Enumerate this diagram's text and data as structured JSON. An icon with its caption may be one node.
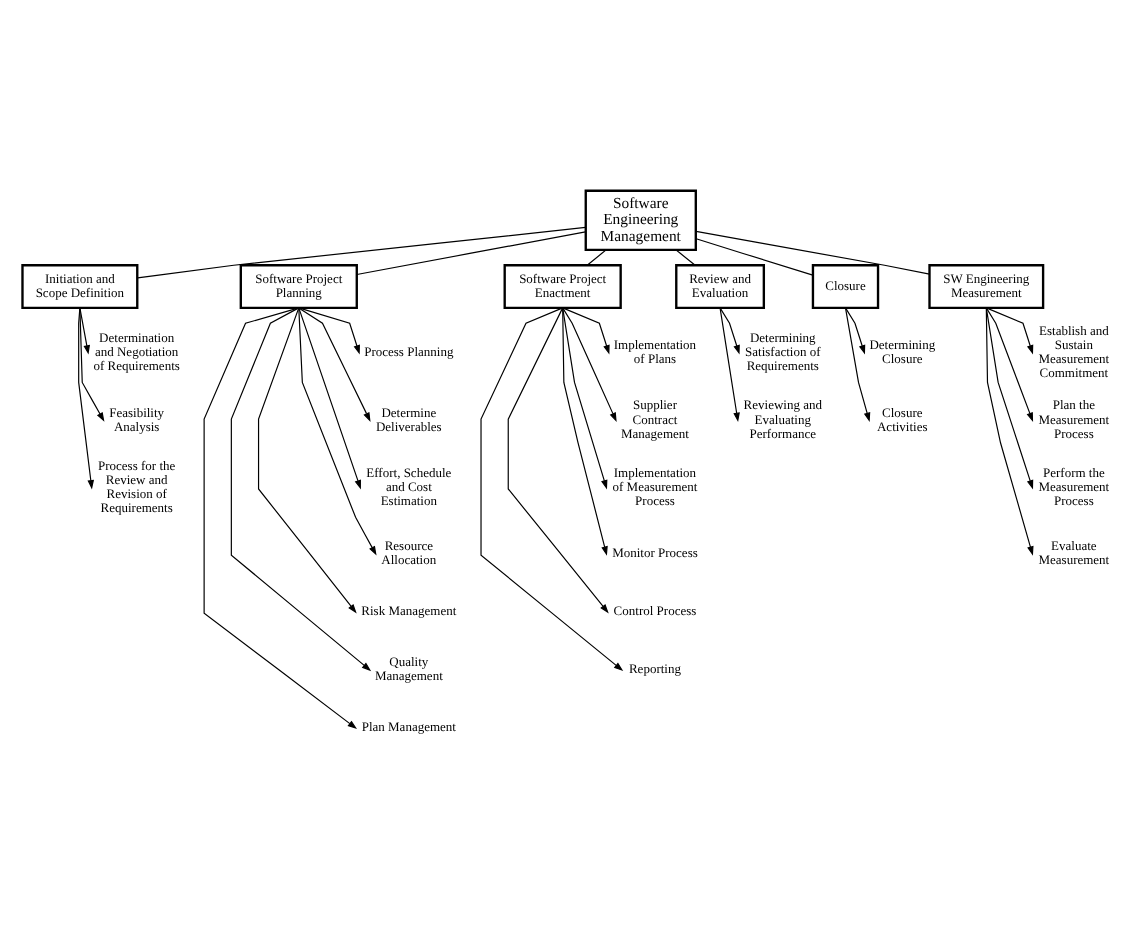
{
  "diagram": {
    "nodes": [
      {
        "text": [
          "Software Engineering Management"
        ]
      },
      {
        "text": [
          "Initiation and Scope Definition"
        ]
      },
      {
        "text": [
          "Software Project Planning"
        ]
      },
      {
        "text": [
          "Software Project Enactment"
        ]
      },
      {
        "text": [
          "Review and Evaluation"
        ]
      },
      {
        "text": [
          "Closure"
        ]
      },
      {
        "text": [
          "SW Engineering Measurement"
        ]
      },
      {
        "text": [
          "Determination and Negotiation of Requirements"
        ]
      },
      {
        "text": [
          "Feasibility Analysis"
        ]
      },
      {
        "text": [
          "Process for the Review and Revision of Requirements"
        ]
      },
      {
        "text": [
          "Process Planning"
        ]
      },
      {
        "text": [
          "Determine Deliverables"
        ]
      },
      {
        "text": [
          "Effort, Schedule and Cost Estimation"
        ]
      },
      {
        "text": [
          "Resource Allocation"
        ]
      },
      {
        "text": [
          "Risk Management"
        ]
      },
      {
        "text": [
          "Quality Management"
        ]
      },
      {
        "text": [
          "Plan Management"
        ]
      },
      {
        "text": [
          "Implementation of Plans"
        ]
      },
      {
        "text": [
          "Supplier Contract Management"
        ]
      },
      {
        "text": [
          "Implementation of Measurement Process"
        ]
      },
      {
        "text": [
          "Monitor Process"
        ]
      },
      {
        "text": [
          "Control Process"
        ]
      },
      {
        "text": [
          "Reporting"
        ]
      },
      {
        "text": [
          "Determining Satisfaction of Requirements"
        ]
      },
      {
        "text": [
          "Reviewing and Evaluating Performance"
        ]
      },
      {
        "text": [
          "Determining Closure"
        ]
      },
      {
        "text": [
          "Closure Activities"
        ]
      },
      {
        "text": [
          "Establish and Sustain Measurement Commitment"
        ]
      },
      {
        "text": [
          "Plan the Measurement Process"
        ]
      },
      {
        "text": [
          "Perform the Measurement Process"
        ]
      },
      {
        "text": [
          "Evaluate Measurement"
        ]
      }
    ],
    "edges": [
      {
        "from": 0,
        "to": 1,
        "arrow": "none"
      },
      {
        "from": 0,
        "to": 2,
        "arrow": "none"
      },
      {
        "from": 0,
        "to": 3,
        "arrow": "none"
      },
      {
        "from": 0,
        "to": 4,
        "arrow": "none"
      },
      {
        "from": 0,
        "to": 5,
        "arrow": "none"
      },
      {
        "from": 0,
        "to": 6,
        "arrow": "none"
      },
      {
        "from": 1,
        "to": 7,
        "arrow": "to"
      },
      {
        "from": 1,
        "to": 8,
        "arrow": "to"
      },
      {
        "from": 1,
        "to": 9,
        "arrow": "to"
      },
      {
        "from": 2,
        "to": 10,
        "arrow": "to"
      },
      {
        "from": 2,
        "to": 11,
        "arrow": "to"
      },
      {
        "from": 2,
        "to": 12,
        "arrow": "to"
      },
      {
        "from": 2,
        "to": 13,
        "arrow": "to"
      },
      {
        "from": 2,
        "to": 14,
        "arrow": "to"
      },
      {
        "from": 2,
        "to": 15,
        "arrow": "to"
      },
      {
        "from": 2,
        "to": 16,
        "arrow": "to"
      },
      {
        "from": 3,
        "to": 17,
        "arrow": "to"
      },
      {
        "from": 3,
        "to": 18,
        "arrow": "to"
      },
      {
        "from": 3,
        "to": 19,
        "arrow": "to"
      },
      {
        "from": 3,
        "to": 20,
        "arrow": "to"
      },
      {
        "from": 3,
        "to": 21,
        "arrow": "to"
      },
      {
        "from": 3,
        "to": 22,
        "arrow": "to"
      },
      {
        "from": 4,
        "to": 23,
        "arrow": "to"
      },
      {
        "from": 4,
        "to": 24,
        "arrow": "to"
      },
      {
        "from": 5,
        "to": 25,
        "arrow": "to"
      },
      {
        "from": 5,
        "to": 26,
        "arrow": "to"
      },
      {
        "from": 6,
        "to": 27,
        "arrow": "to"
      },
      {
        "from": 6,
        "to": 28,
        "arrow": "to"
      },
      {
        "from": 6,
        "to": 29,
        "arrow": "to"
      },
      {
        "from": 6,
        "to": 30,
        "arrow": "to"
      }
    ]
  }
}
